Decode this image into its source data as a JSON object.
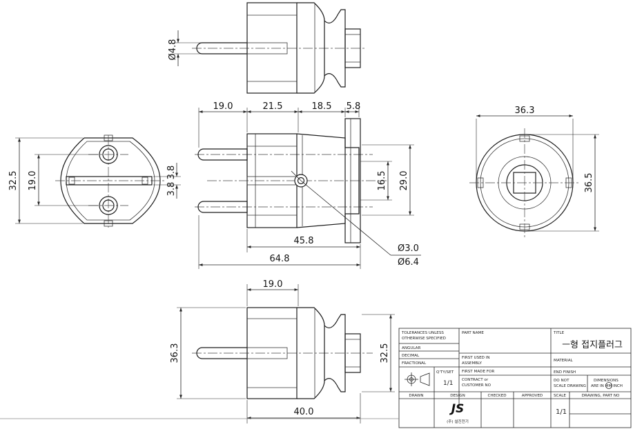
{
  "dimensions": {
    "top_pin_dia": "Ø4.8",
    "front_seg1": "19.0",
    "front_seg2": "21.5",
    "front_seg3": "18.5",
    "front_seg4": "5.8",
    "front_h1": "16.5",
    "front_h2": "29.0",
    "front_len1": "45.8",
    "front_len2": "64.8",
    "hole_d1": "Ø3.0",
    "hole_d2": "Ø6.4",
    "side_h": "32.5",
    "side_pitch": "19.0",
    "side_gap1": "3.8",
    "side_gap2": "3.8",
    "right_w": "36.3",
    "right_h": "36.5",
    "bottom_top": "19.0",
    "bottom_h_left": "36.3",
    "bottom_h_right": "32.5",
    "bottom_len": "40.0"
  },
  "title_block": {
    "tolerances": "TOLERANCES UNLESS OTHERWISE SPECIFIED",
    "angular": "ANGULAR",
    "decimal": "DECIMAL",
    "fractional": "FRACTIONAL",
    "qty_label": "Q'TY/SET",
    "qty_value": "1/1",
    "part_name_label": "PART NAME",
    "first_used": "FIRST USED IN ASSEMBLY",
    "first_made": "FIRST MADE FOR",
    "contract": "CONTRACT or CUSTOMER NO",
    "title_label": "TITLE",
    "title_value": "ㅡ형 접지플러그",
    "material": "MATERIAL",
    "end_finish": "END FINISH",
    "do_not_scale": "DO NOT SCALE DRAWING",
    "dimensions_note": "DIMENSIONS ARE IN MM INCH",
    "scale_label": "SCALE",
    "scale_value": "1/1",
    "drawing_no": "DRAWING, PART NO",
    "drawn": "DRAWN",
    "design": "DESIGN",
    "checked": "CHECKED",
    "approved": "APPROVED",
    "company": "(주) 설진전기",
    "logo_text": "JS"
  }
}
